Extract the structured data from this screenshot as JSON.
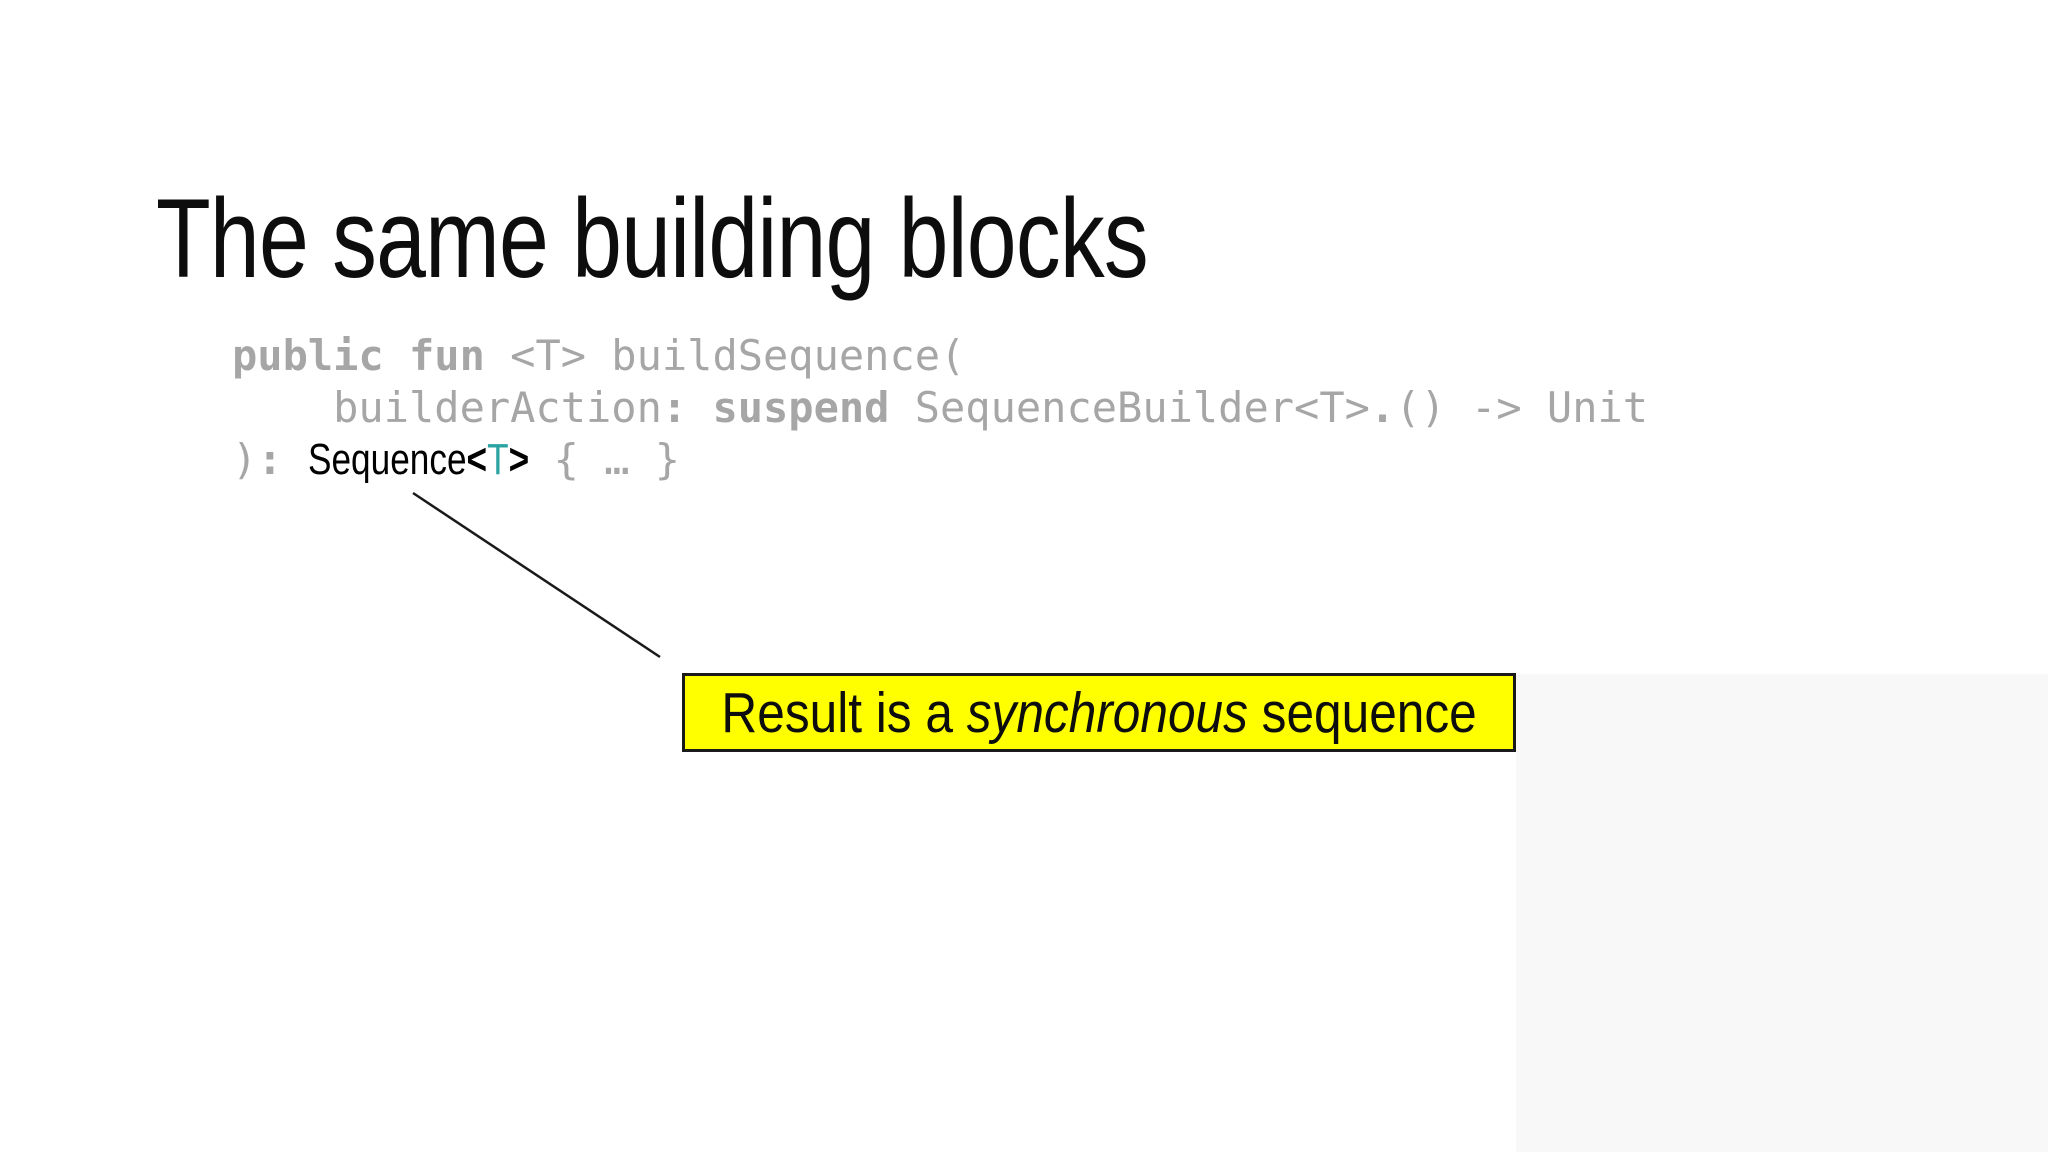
{
  "title": "The same building blocks",
  "code": {
    "line1": [
      {
        "t": "public fun"
      },
      {
        "t": " <T> buildSequence("
      }
    ],
    "line2": [
      {
        "t": "    builderAction"
      },
      {
        "t": ": suspend"
      },
      {
        "t": " SequenceBuilder<T>"
      },
      {
        "t": "."
      },
      {
        "t": "() -> Unit"
      }
    ],
    "line3": [
      {
        "t": ")"
      },
      {
        "t": ":"
      },
      {
        "t": " "
      },
      {
        "t": "Sequence"
      },
      {
        "t": "<"
      },
      {
        "t": "T"
      },
      {
        "t": ">"
      },
      {
        "t": " { … }"
      }
    ]
  },
  "callout": {
    "prefix": "Result is a ",
    "emphasis": "synchronous",
    "suffix": " sequence"
  },
  "colors": {
    "code_gray": "#a6a6a6",
    "type_teal": "#2ba3a3",
    "callout_yellow": "#ffff00",
    "callout_border": "#1a1a1a",
    "text_black": "#0d0d0d",
    "tint_gray": "#f8f8f8"
  }
}
